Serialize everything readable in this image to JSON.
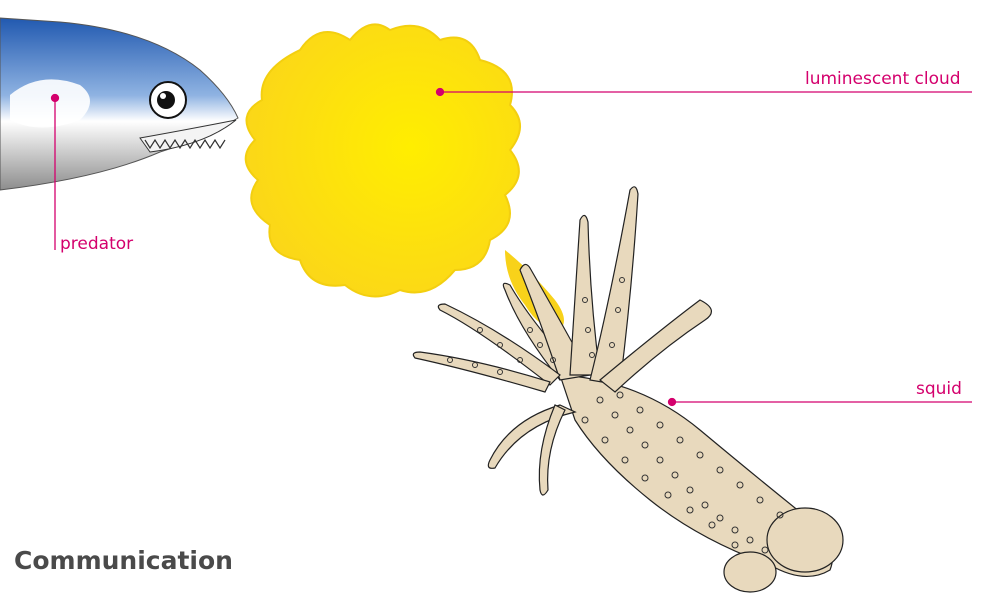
{
  "labels": {
    "predator": "predator",
    "cloud": "luminescent cloud",
    "squid": "squid"
  },
  "heading": "Communication",
  "colors": {
    "leader": "#d4006d",
    "cloud": "#ffe100",
    "squid_body": "#e8d9bd",
    "fish_back": "#1f62b8"
  }
}
